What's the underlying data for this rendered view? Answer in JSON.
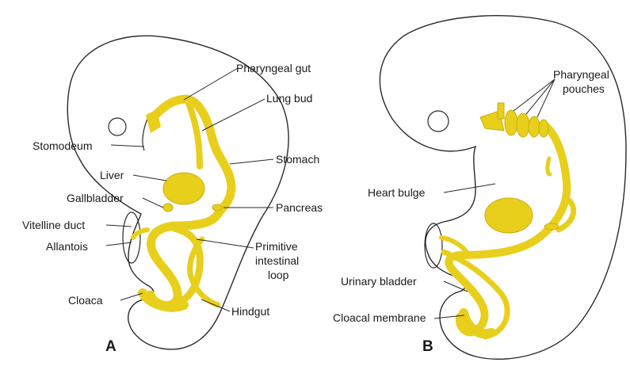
{
  "panels": {
    "a": "A",
    "b": "B"
  },
  "labels_a": {
    "pharyngeal_gut": "Pharyngeal gut",
    "lung_bud": "Lung bud",
    "stomodeum": "Stomodeum",
    "stomach": "Stomach",
    "liver": "Liver",
    "gallbladder": "Gallbladder",
    "pancreas": "Pancreas",
    "vitelline_duct": "Vitelline duct",
    "allantois": "Allantois",
    "primitive_1": "Primitive",
    "primitive_2": "intestinal",
    "primitive_3": "loop",
    "cloaca": "Cloaca",
    "hindgut": "Hindgut"
  },
  "labels_b": {
    "pharyngeal_pouches_1": "Pharyngeal",
    "pharyngeal_pouches_2": "pouches",
    "heart_bulge": "Heart bulge",
    "urinary_bladder": "Urinary bladder",
    "cloacal_membrane": "Cloacal membrane"
  },
  "colors": {
    "gut": "#e8cf1c",
    "gut_dark": "#c9ad0a",
    "outline": "#2a2a2a"
  }
}
